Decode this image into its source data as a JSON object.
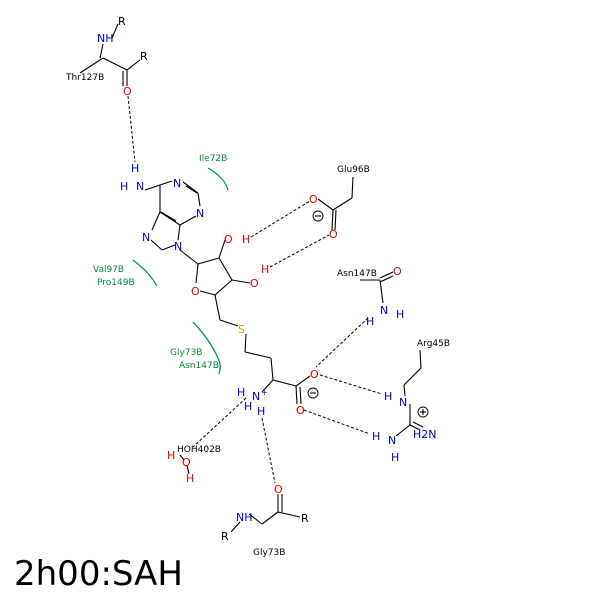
{
  "title": "2h00:SAH",
  "colors": {
    "nitrogen": "#0000cc",
    "oxygen": "#dd0000",
    "sulfur": "#cc9900",
    "carbon": "#000000",
    "hydrophobic": "#008a3a"
  },
  "residues": {
    "thr127": "Thr127B",
    "ile72": "Ile72B",
    "glu96": "Glu96B",
    "val97": "Val97B",
    "pro149": "Pro149B",
    "asn147_top": "Asn147B",
    "arg45": "Arg45B",
    "gly73_arc": "Gly73B",
    "asn147_arc": "Asn147B",
    "hoh402": "HOH402B",
    "gly73_bottom": "Gly73B"
  },
  "atoms": {
    "R": "R",
    "N": "N",
    "NH": "NH",
    "H": "H",
    "O": "O",
    "OH": "OH",
    "HO": "HO",
    "S": "S",
    "NH2": "NH2",
    "H2N": "H2N",
    "N_plus": "N+",
    "H2O_H": "H"
  },
  "charges": {
    "plus": "⊕",
    "minus": "⊖"
  }
}
